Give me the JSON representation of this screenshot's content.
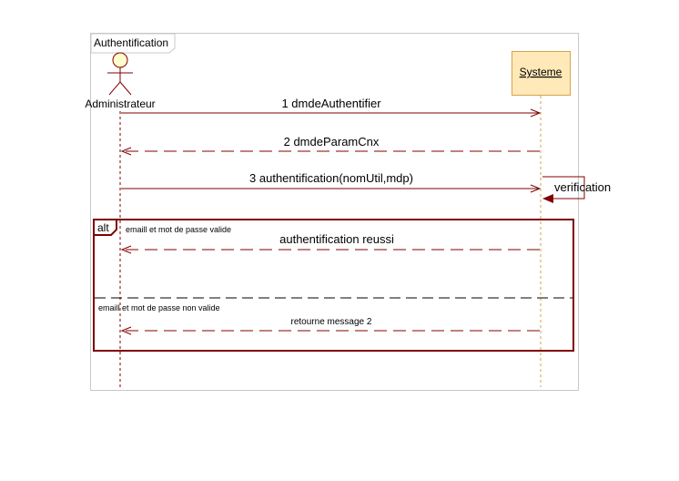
{
  "diagram": {
    "frame_title": "Authentification",
    "actor": {
      "name": "Administrateur"
    },
    "system": {
      "name": "Systeme"
    },
    "messages": [
      {
        "label": "1 dmdeAuthentifier",
        "kind": "sync"
      },
      {
        "label": "2 dmdeParamCnx",
        "kind": "return"
      },
      {
        "label": "3 authentification(nomUtil,mdp)",
        "kind": "sync"
      }
    ],
    "self_message": {
      "label": "verification"
    },
    "alt": {
      "operator": "alt",
      "operands": [
        {
          "guard": "emaill et mot de passe valide",
          "message": "authentification reussi"
        },
        {
          "guard": "emaill et mot de passe non valide",
          "message": "retourne message 2"
        }
      ]
    },
    "colors": {
      "line": "#800000",
      "frame_border": "#c8c8c8",
      "actor_head_fill": "#ffffcc",
      "system_box_fill": "#ffe9b8",
      "system_box_border": "#d8a24a",
      "alt_border": "#800000"
    }
  }
}
